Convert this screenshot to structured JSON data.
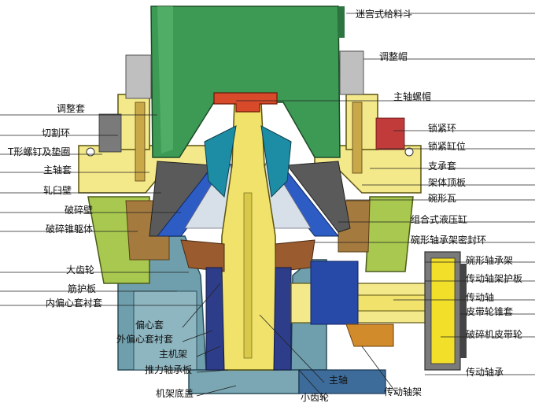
{
  "labels_right": [
    "迷宫式给料斗",
    "调整帽",
    "主轴螺帽",
    "锁紧环",
    "锁紧缸位",
    "支承套",
    "架体顶板",
    "碗形瓦",
    "组合式液压缸",
    "碗形轴承架密封环",
    "碗形轴承架",
    "传动轴架护板",
    "传动轴",
    "皮带轮锥套",
    "破碎机皮带轮",
    "传动轴承"
  ],
  "labels_left": [
    "调整套",
    "切割环",
    "T形螺钉及垫圈",
    "主轴套",
    "轧臼壁",
    "破碎壁",
    "破碎锥躯体",
    "大齿轮",
    "筋护板",
    "内偏心套衬套",
    "偏心套",
    "外偏心套衬套",
    "主机架",
    "推力轴承板",
    "机架底盖"
  ],
  "labels_bottom": [
    "主轴",
    "小齿轮",
    "传动轴架"
  ]
}
